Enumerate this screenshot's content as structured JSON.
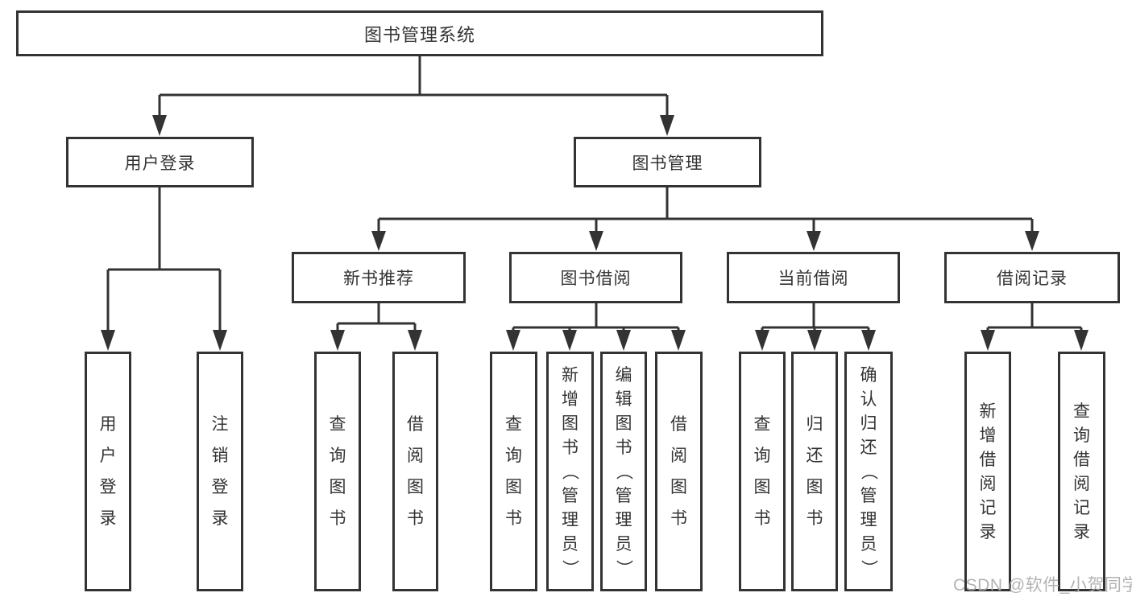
{
  "diagram": {
    "root": {
      "label": "图书管理系统"
    },
    "level2": [
      {
        "label": "用户登录"
      },
      {
        "label": "图书管理"
      }
    ],
    "level3": [
      {
        "label": "新书推荐"
      },
      {
        "label": "图书借阅"
      },
      {
        "label": "当前借阅"
      },
      {
        "label": "借阅记录"
      }
    ],
    "leaves": {
      "user_login": [
        "用户登录",
        "注销登录"
      ],
      "new_book": [
        "查询图书",
        "借阅图书"
      ],
      "borrow": [
        "查询图书",
        "新增图书（管理员）",
        "编辑图书（管理员）",
        "借阅图书"
      ],
      "current": [
        "查询图书",
        "归还图书",
        "确认归还（管理员）"
      ],
      "records": [
        "新增借阅记录",
        "查询借阅记录"
      ]
    }
  },
  "watermark": {
    "text": "CSDN @软件_小贺同学"
  },
  "colors": {
    "stroke": "#333333",
    "text": "#333333",
    "box_fill": "#ffffff",
    "watermark": "#acacac"
  }
}
